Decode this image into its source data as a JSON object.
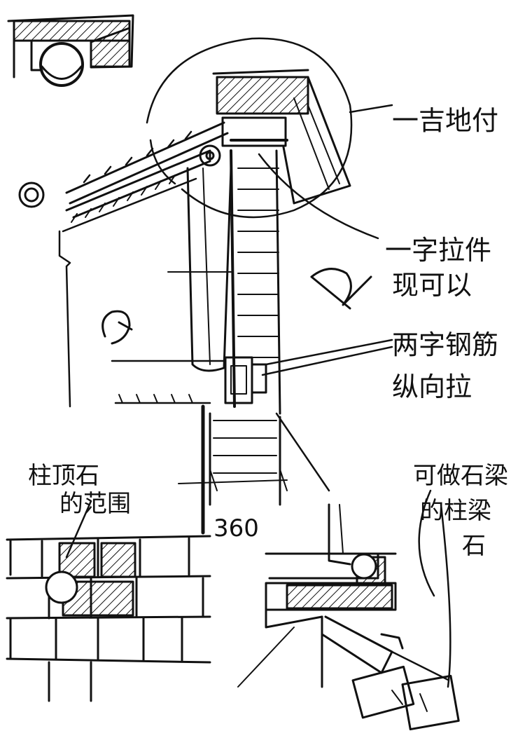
{
  "annotations": {
    "top_right": "一吉地付",
    "tie_line1": "一字拉件",
    "tie_line2": "现可以",
    "steel_line1": "两字钢筋",
    "steel_line2": "纵向拉",
    "column_line1": "柱顶石",
    "column_line2": "的范围",
    "stone_line1": "可做石梁",
    "stone_line2": "的柱梁",
    "stone_line3": "石",
    "dimension": "360"
  }
}
